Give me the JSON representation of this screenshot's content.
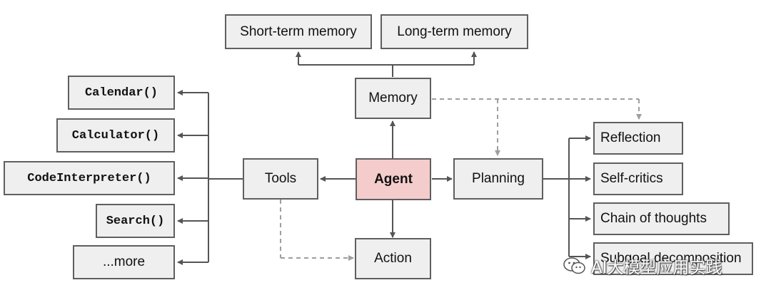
{
  "diagram": {
    "agent": "Agent",
    "memory": "Memory",
    "short_term_memory": "Short-term memory",
    "long_term_memory": "Long-term memory",
    "planning": "Planning",
    "planning_items": [
      "Reflection",
      "Self-critics",
      "Chain of thoughts",
      "Subgoal decomposition"
    ],
    "tools": "Tools",
    "tool_items": [
      "Calendar()",
      "Calculator()",
      "CodeInterpreter()",
      "Search()",
      "...more"
    ],
    "action": "Action"
  },
  "watermark": {
    "text": "AI大模型应用实践",
    "icon": "wechat-logo-icon"
  },
  "colors": {
    "box_fill": "#efefef",
    "box_border": "#5f5f5f",
    "agent_fill": "#f4cccc",
    "solid_arrow": "#555555",
    "dashed_arrow": "#9e9e9e"
  }
}
